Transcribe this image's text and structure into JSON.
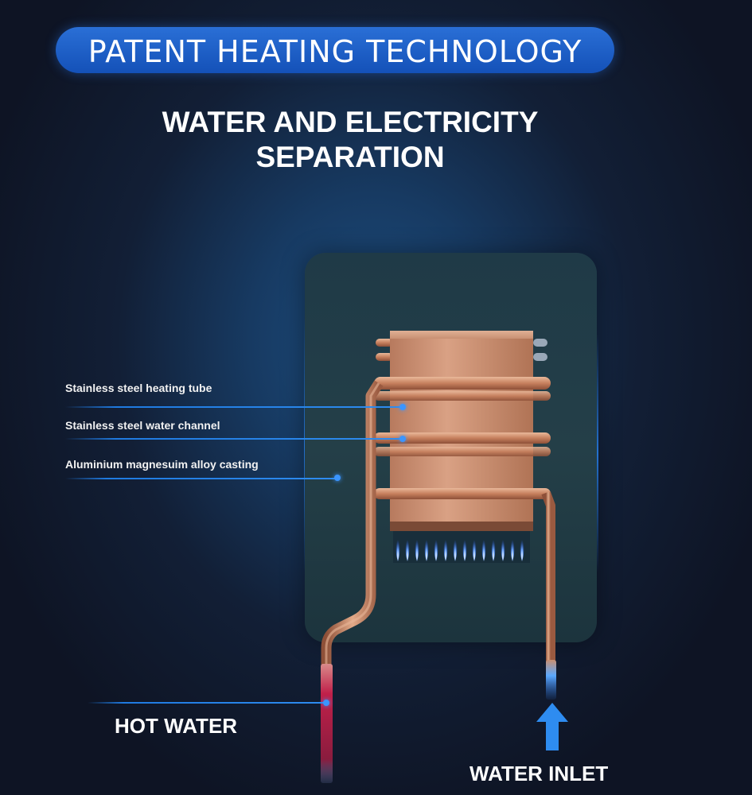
{
  "banner": {
    "title": "PATENT HEATING TECHNOLOGY"
  },
  "headline": {
    "line1": "WATER AND ELECTRICITY",
    "line2": "SEPARATION"
  },
  "callouts": [
    {
      "label": "Stainless steel heating tube"
    },
    {
      "label": "Stainless steel water channel"
    },
    {
      "label": "Aluminium magnesuim alloy casting"
    }
  ],
  "outputs": {
    "hot_water": "HOT WATER",
    "water_inlet": "WATER INLET"
  },
  "colors": {
    "banner": "#1a5fd0",
    "accent_blue": "#2e8cf0",
    "copper": "#c98f72",
    "flame": "#3a7cff",
    "hot_pipe": "#c0204a"
  }
}
